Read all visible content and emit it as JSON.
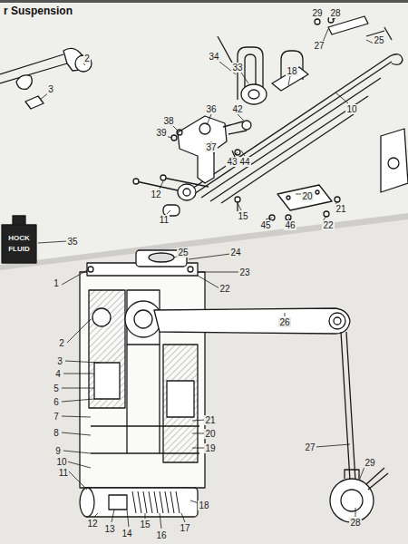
{
  "diagram": {
    "title": "r Suspension",
    "labels": [
      "HOCK",
      "FLUID",
      "2",
      "3",
      "35",
      "34",
      "33",
      "18",
      "29",
      "28",
      "25",
      "27",
      "10",
      "36",
      "42",
      "38",
      "39",
      "37",
      "43",
      "44",
      "12",
      "11",
      "15",
      "20",
      "21",
      "45",
      "46",
      "22",
      "1",
      "2",
      "3",
      "4",
      "5",
      "6",
      "7",
      "8",
      "9",
      "10",
      "11",
      "12",
      "13",
      "14",
      "15",
      "16",
      "17",
      "18",
      "19",
      "20",
      "21",
      "22",
      "23",
      "24",
      "25",
      "26",
      "27",
      "28",
      "29"
    ]
  }
}
